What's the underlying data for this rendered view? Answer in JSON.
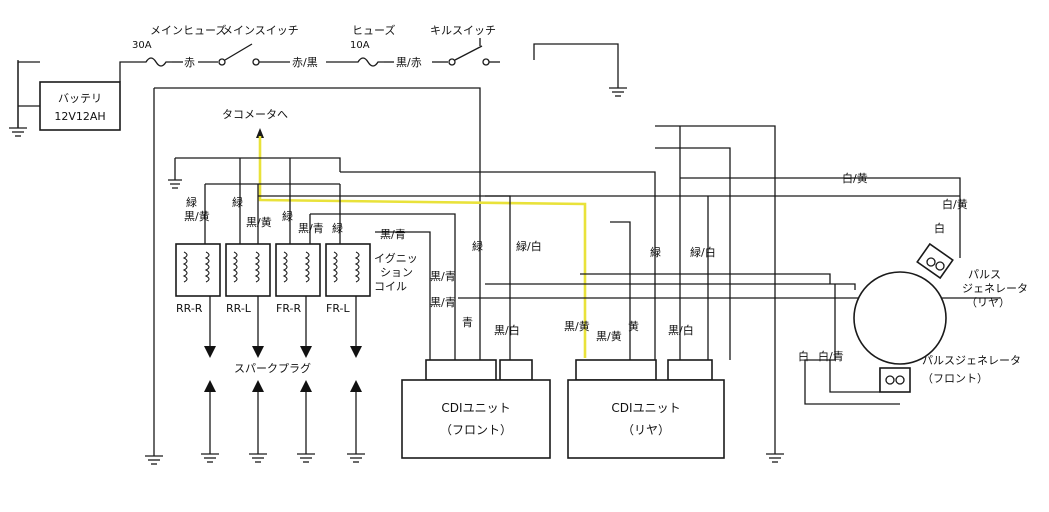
{
  "labels": {
    "main_fuse": "メインヒューズ",
    "main_fuse_amp": "30A",
    "main_switch": "メインスイッチ",
    "fuse": "ヒューズ",
    "fuse_amp": "10A",
    "kill_switch": "キルスイッチ",
    "battery_1": "バッテリ",
    "battery_2": "12V12AH",
    "tacho": "タコメータへ",
    "ign_coil_1": "イグニッ",
    "ign_coil_2": "ション",
    "ign_coil_3": "コイル",
    "spark_plug": "スパークプラグ",
    "coil_rrr": "RR-R",
    "coil_rrl": "RR-L",
    "coil_frr": "FR-R",
    "coil_frl": "FR-L",
    "cdi_front_1": "CDIユニット",
    "cdi_front_2": "（フロント）",
    "cdi_rear_1": "CDIユニット",
    "cdi_rear_2": "（リヤ）",
    "pulse_rear_1": "パルス",
    "pulse_rear_2": "ジェネレータ",
    "pulse_rear_3": "（リヤ）",
    "pulse_front_1": "パルスジェネレータ",
    "pulse_front_2": "（フロント）"
  },
  "wires": {
    "red": "赤",
    "red_black": "赤/黒",
    "black_red": "黒/赤",
    "green": "緑",
    "black_yellow": "黒/黄",
    "black_blue": "黒/青",
    "green_white": "緑/白",
    "blue": "青",
    "black_white": "黒/白",
    "yellow": "黄",
    "white_yellow": "白/黄",
    "white": "白",
    "white_blue": "白/青"
  }
}
